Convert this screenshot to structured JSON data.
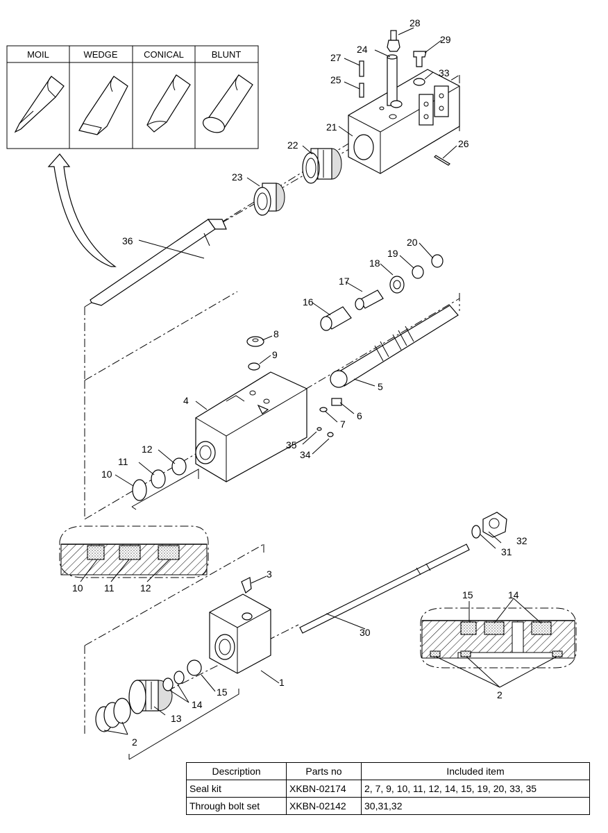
{
  "tool_types": [
    "MOIL",
    "WEDGE",
    "CONICAL",
    "BLUNT"
  ],
  "part_numbers": [
    "1",
    "2",
    "2",
    "3",
    "4",
    "5",
    "6",
    "7",
    "8",
    "9",
    "10",
    "10",
    "11",
    "11",
    "12",
    "12",
    "13",
    "14",
    "14",
    "15",
    "15",
    "16",
    "17",
    "18",
    "19",
    "20",
    "21",
    "22",
    "23",
    "24",
    "25",
    "26",
    "27",
    "28",
    "29",
    "30",
    "31",
    "32",
    "33",
    "34",
    "35",
    "36"
  ],
  "table": {
    "headers": [
      "Description",
      "Parts no",
      "Included item"
    ],
    "rows": [
      [
        "Seal kit",
        "XKBN-02174",
        "2, 7, 9, 10, 11, 12, 14, 15, 19, 20, 33, 35"
      ],
      [
        "Through bolt set",
        "XKBN-02142",
        "30,31,32"
      ]
    ]
  }
}
